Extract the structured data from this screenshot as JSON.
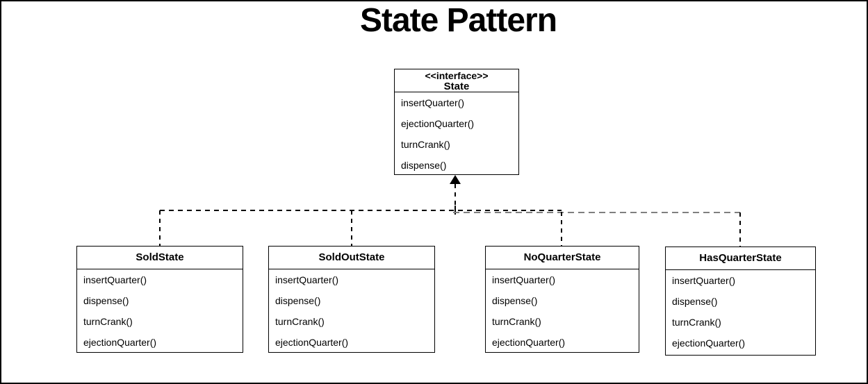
{
  "title": "State Pattern",
  "interface": {
    "stereotype": "<<interface>>",
    "name": "State",
    "methods": [
      "insertQuarter()",
      "ejectionQuarter()",
      "turnCrank()",
      "dispense()"
    ]
  },
  "classes": [
    {
      "name": "SoldState",
      "methods": [
        "insertQuarter()",
        "dispense()",
        "turnCrank()",
        "ejectionQuarter()"
      ]
    },
    {
      "name": "SoldOutState",
      "methods": [
        "insertQuarter()",
        "dispense()",
        "turnCrank()",
        "ejectionQuarter()"
      ]
    },
    {
      "name": "NoQuarterState",
      "methods": [
        "insertQuarter()",
        "dispense()",
        "turnCrank()",
        "ejectionQuarter()"
      ]
    },
    {
      "name": "HasQuarterState",
      "methods": [
        "insertQuarter()",
        "dispense()",
        "turnCrank()",
        "ejectionQuarter()"
      ]
    }
  ],
  "relationship": "realization",
  "colors": {
    "line": "#000000",
    "line_gray": "#7f7f7f",
    "background": "#ffffff",
    "text": "#000000"
  }
}
